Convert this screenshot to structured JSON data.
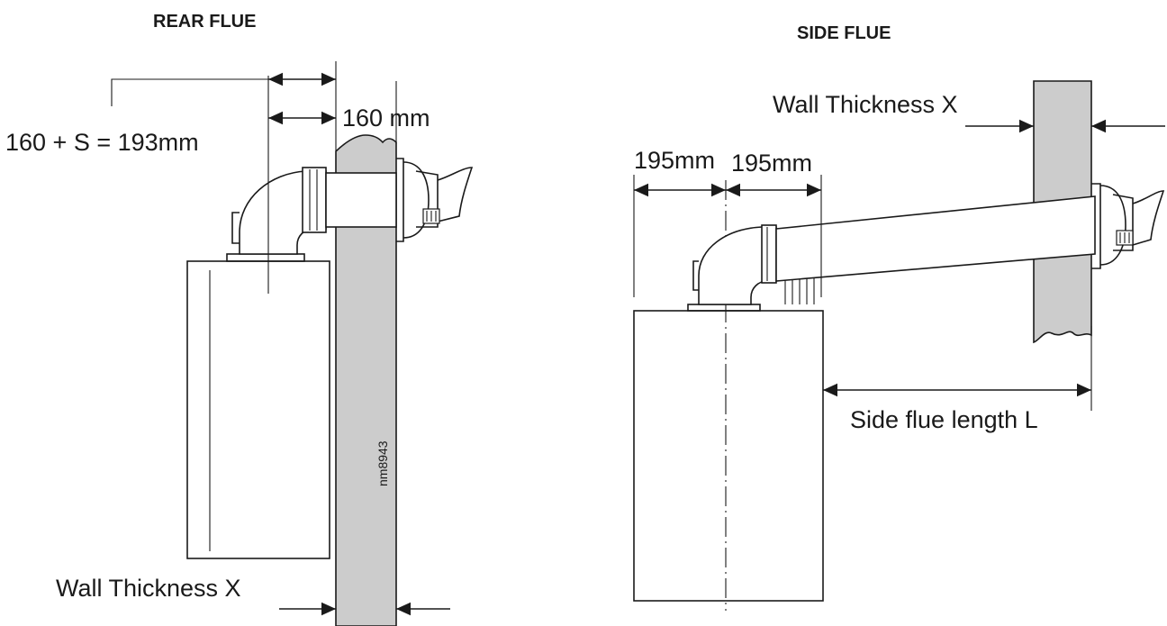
{
  "rear_flue": {
    "title": "REAR FLUE",
    "offset_label": "160 + S = 193mm",
    "depth_label": "160 mm",
    "wall_label": "Wall Thickness X",
    "code": "nm8943"
  },
  "side_flue": {
    "title": "SIDE FLUE",
    "wall_label": "Wall Thickness X",
    "left_label": "195mm",
    "right_label": "195mm",
    "length_label": "Side flue length L"
  },
  "colors": {
    "wall": "#cccccc",
    "ink": "#1a1a1a",
    "background": "#ffffff"
  }
}
